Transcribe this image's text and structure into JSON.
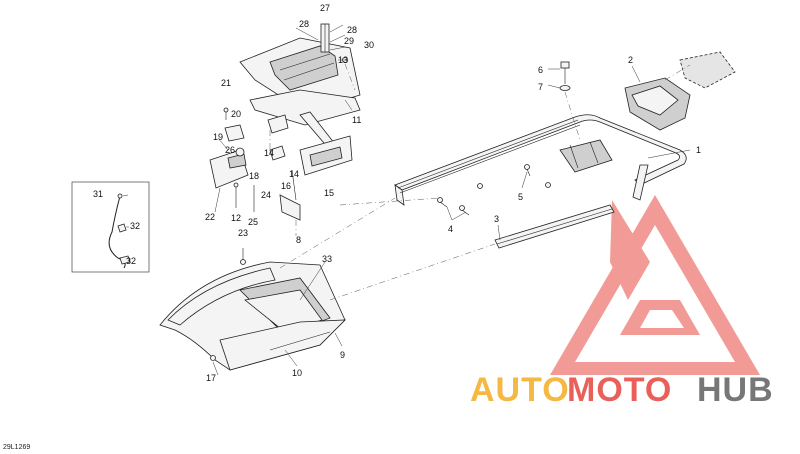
{
  "diagram": {
    "reference_code": "29L1269",
    "callouts": [
      "1",
      "2",
      "3",
      "4",
      "5",
      "6",
      "7",
      "8",
      "9",
      "10",
      "11",
      "12",
      "13",
      "14",
      "14",
      "15",
      "16",
      "17",
      "18",
      "19",
      "20",
      "21",
      "22",
      "23",
      "24",
      "25",
      "26",
      "27",
      "28",
      "28",
      "29",
      "30",
      "31",
      "32",
      "32",
      "33"
    ]
  },
  "watermark": {
    "part1": "AUTO",
    "part2": "MOTO",
    "part3": "HUB",
    "colors": {
      "orange": "#f5b843",
      "red": "#e9605a",
      "gray": "#777777"
    }
  }
}
